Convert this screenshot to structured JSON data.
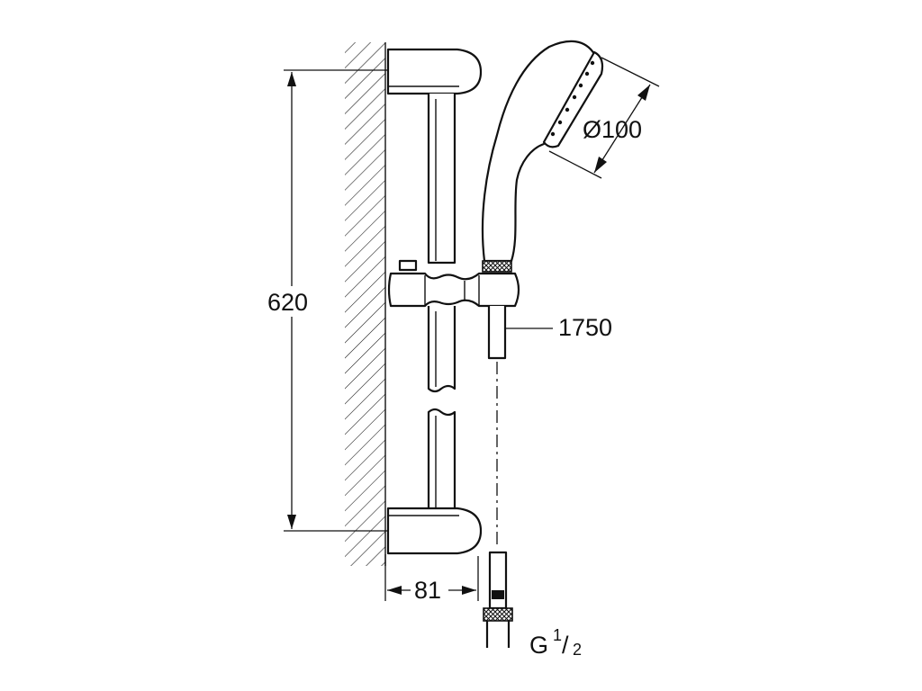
{
  "dimensions": {
    "rail_height": "620",
    "wall_distance": "81",
    "hose_length": "1750",
    "head_diameter": "Ø100",
    "thread_main": "G",
    "thread_numerator": "1",
    "thread_slash": "/",
    "thread_denominator": "2"
  }
}
